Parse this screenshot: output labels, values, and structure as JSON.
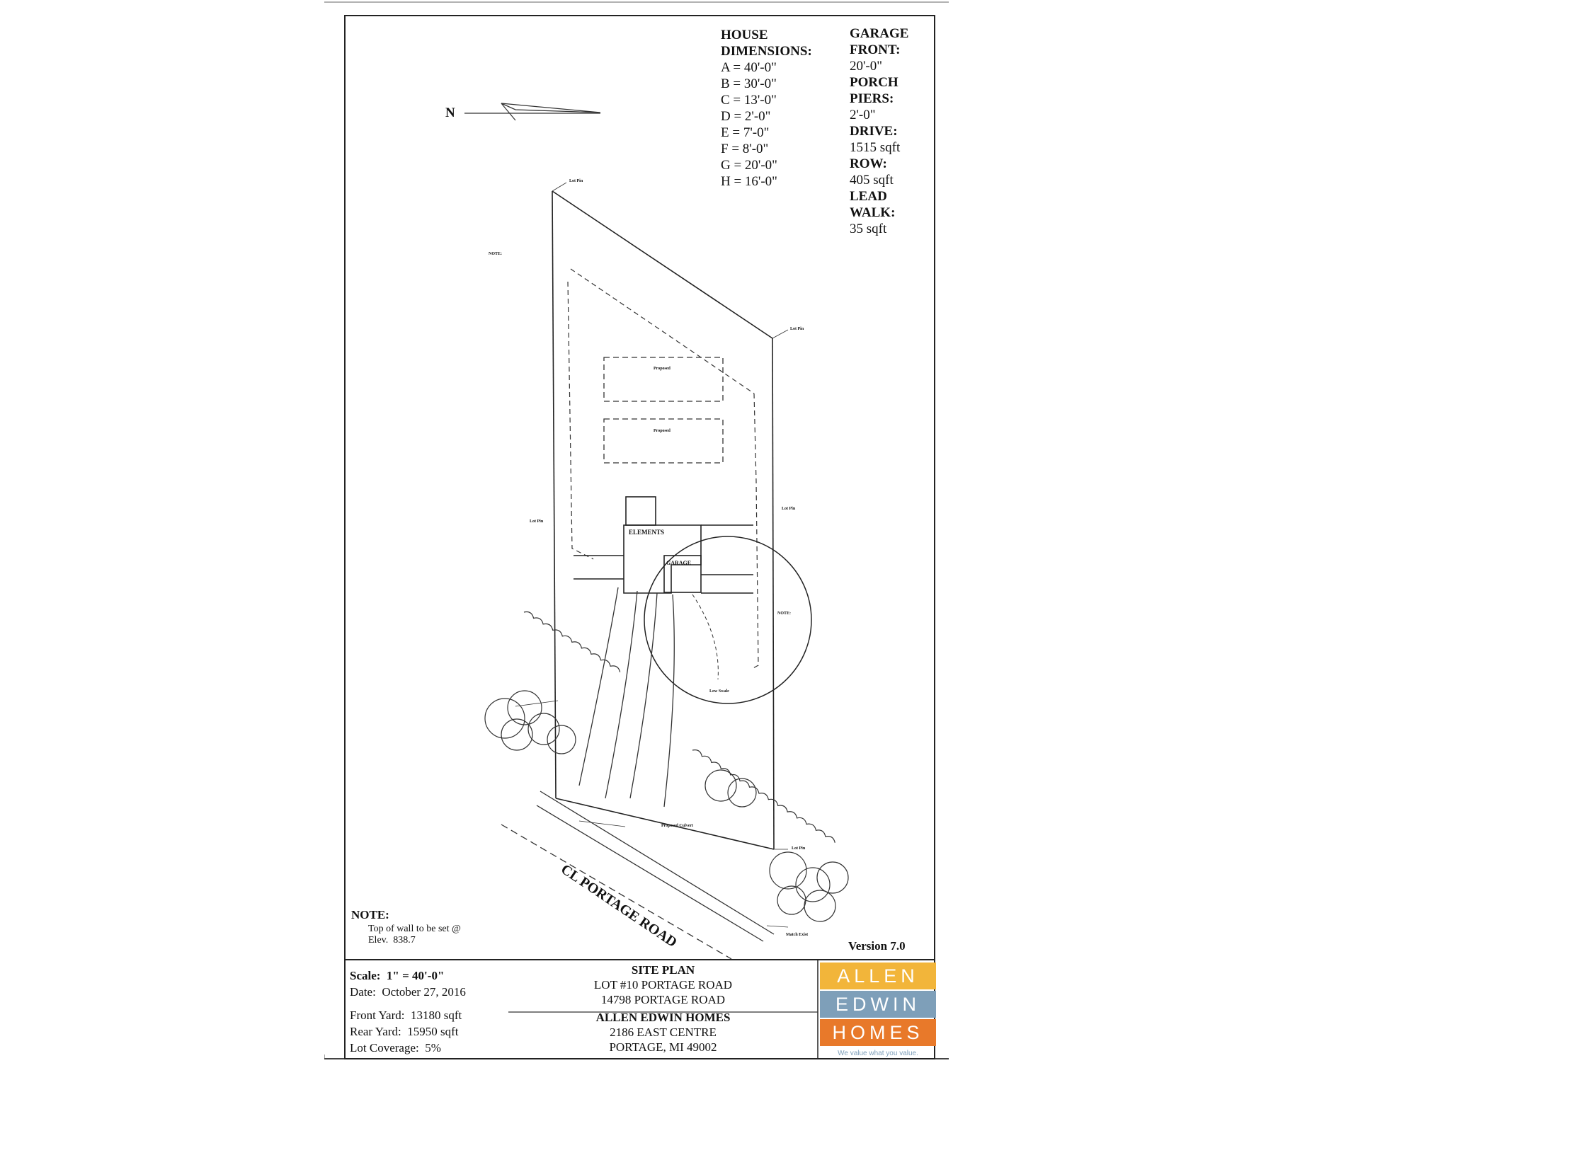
{
  "plan": {
    "north_label": "N",
    "house_dimensions": {
      "title_line1": "HOUSE",
      "title_line2": "DIMENSIONS:",
      "items": [
        "A = 40'-0\"",
        "B = 30'-0\"",
        "C = 13'-0\"",
        "D = 2'-0\"",
        "E = 7'-0\"",
        "F = 8'-0\"",
        "G = 20'-0\"",
        "H = 16'-0\""
      ]
    },
    "specs": [
      {
        "label1": "GARAGE",
        "label2": "FRONT:",
        "value": "20'-0\""
      },
      {
        "label1": "PORCH",
        "label2": "PIERS:",
        "value": "2'-0\""
      },
      {
        "label1": "DRIVE:",
        "label2": "",
        "value": "1515 sqft"
      },
      {
        "label1": "ROW:",
        "label2": "",
        "value": "405 sqft"
      },
      {
        "label1": "LEAD",
        "label2": "WALK:",
        "value": "35 sqft"
      }
    ],
    "road_label": "CL PORTAGE ROAD",
    "building_label": "ELEMENTS",
    "garage_label": "GARAGE",
    "proposed_top": "Proposed",
    "proposed_bottom": "Proposed",
    "note_title": "NOTE:",
    "note_line1": "Top of wall to be set @",
    "note_line2": "Elev.  838.7",
    "version": "Version 7.0",
    "small_labels": [
      "Lot Pin",
      "NOTE:",
      "Lot Pin",
      "Lot Pin",
      "Lot Pin",
      "NOTE:",
      "Low Swale",
      "Proposed Culvert",
      "Lot Pin",
      "Match Exist"
    ]
  },
  "title_block": {
    "scale": "Scale:  1\" = 40'-0\"",
    "date": "Date:  October 27, 2016",
    "front_yard": "Front Yard:  13180 sqft",
    "rear_yard": "Rear Yard:  15950 sqft",
    "lot_coverage": "Lot Coverage:  5%",
    "center": {
      "title": "SITE PLAN",
      "line1": "LOT #10 PORTAGE ROAD",
      "line2": "14798 PORTAGE ROAD",
      "company": "ALLEN EDWIN HOMES",
      "address1": "2186 EAST CENTRE",
      "address2": "PORTAGE, MI  49002"
    },
    "logo": {
      "word1": "ALLEN",
      "word2": "EDWIN",
      "word3": "HOMES",
      "tagline": "We value what you value.",
      "color1": "#f2b53a",
      "color2": "#7e9fb9",
      "color3": "#e8792a"
    }
  }
}
